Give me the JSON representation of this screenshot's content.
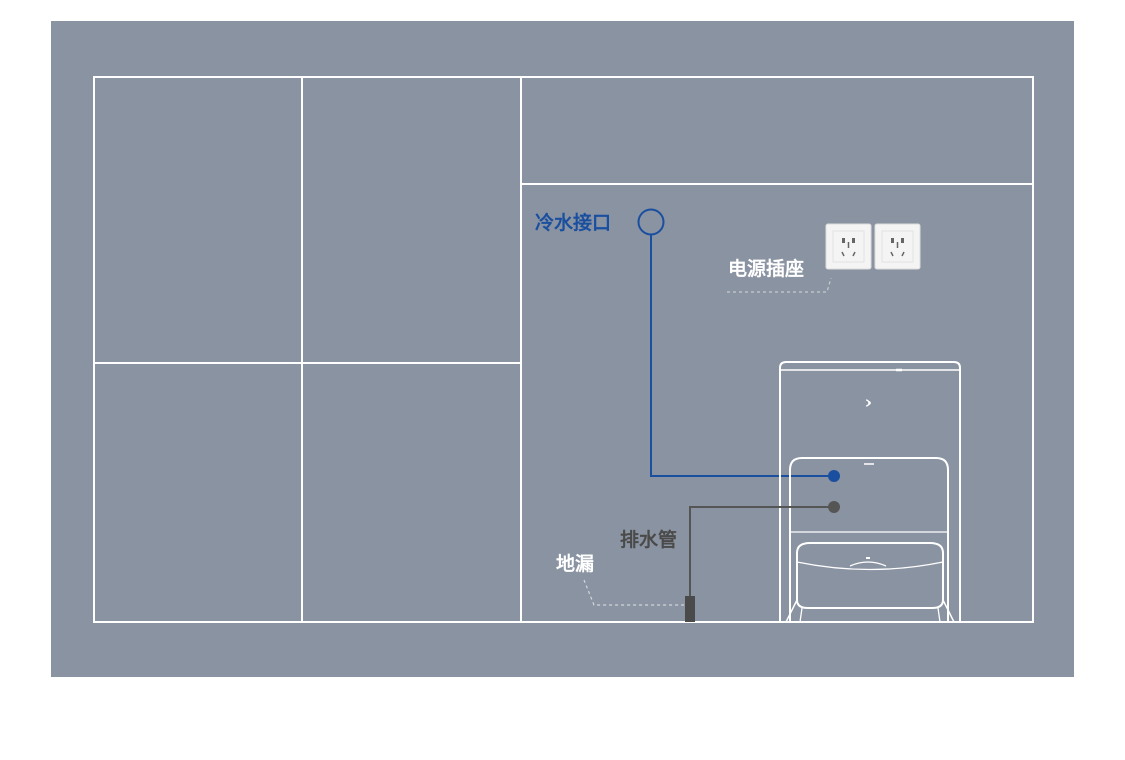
{
  "colors": {
    "page_background": "#ffffff",
    "wall_background": "#8a93a1",
    "grid_line": "#ffffff",
    "cold_water_line": "#1a4fa0",
    "drain_line": "#555555",
    "label_white": "#ffffff",
    "label_dark": "#4a4a4a",
    "socket_face": "#f4f4f4"
  },
  "labels": {
    "cold_water_inlet": "冷水接口",
    "power_socket": "电源插座",
    "drain_pipe": "排水管",
    "floor_drain": "地漏"
  },
  "icons": {
    "socket": "power-socket-icon",
    "base_station": "robot-base-station-icon"
  }
}
